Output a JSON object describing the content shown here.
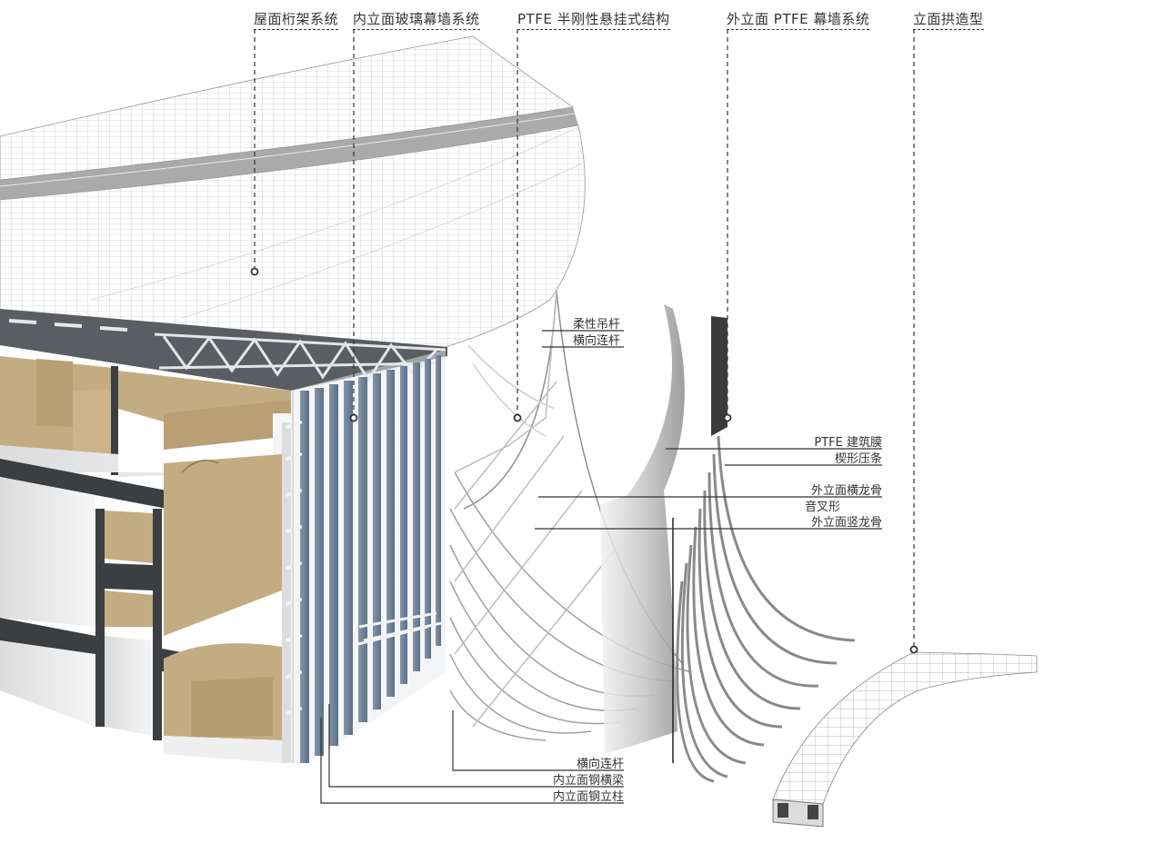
{
  "diagram": {
    "type": "exploded-axonometric",
    "colors": {
      "background": "#ffffff",
      "leader": "#333333",
      "wood": "#c4ac82",
      "wood_dark": "#a88f63",
      "slab_dark": "#3c3f42",
      "glass_blue": "#6f8399",
      "steel_light": "#e6e8ea",
      "membrane_grey": "#9a9a9a"
    },
    "top_labels": [
      {
        "id": "roof-truss",
        "text": "屋面桁架系统"
      },
      {
        "id": "inner-glass-curtain",
        "text": "内立面玻璃幕墙系统"
      },
      {
        "id": "ptfe-semi-rigid",
        "text": "PTFE 半刚性悬挂式结构"
      },
      {
        "id": "outer-ptfe-curtain",
        "text": "外立面 PTFE 幕墙系统"
      },
      {
        "id": "facade-arch",
        "text": "立面拱造型"
      }
    ],
    "callouts_upper": [
      {
        "text": "柔性吊杆"
      },
      {
        "text": "横向连杆"
      }
    ],
    "callouts_right": [
      {
        "text": "PTFE 建筑膜"
      },
      {
        "text": "楔形压条"
      },
      {
        "text": "外立面横龙骨"
      },
      {
        "text": "音叉形"
      },
      {
        "text": "外立面竖龙骨"
      }
    ],
    "callouts_bottom": [
      {
        "text": "横向连杆"
      },
      {
        "text": "内立面钢横梁"
      },
      {
        "text": "内立面钢立柱"
      }
    ]
  }
}
